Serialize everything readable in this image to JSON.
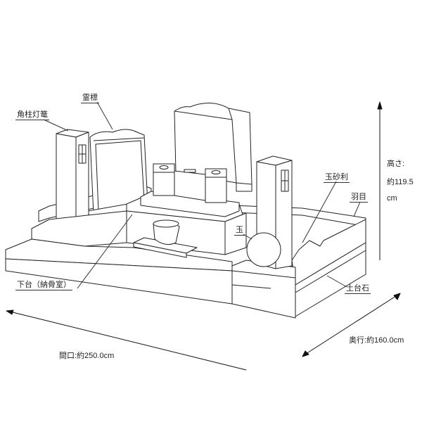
{
  "labels": {
    "lantern": "角柱灯篭",
    "memorial_tablet": "霊標",
    "gravel": "玉砂利",
    "panel": "羽目",
    "ball": "玉",
    "lower_base": "下台（納骨室）",
    "foundation": "土台石"
  },
  "dimensions": {
    "height_label": "高さ:",
    "height_value": "約119.5",
    "height_unit": "cm",
    "depth": "奥行:約160.0cm",
    "width": "間口:約250.0cm"
  }
}
